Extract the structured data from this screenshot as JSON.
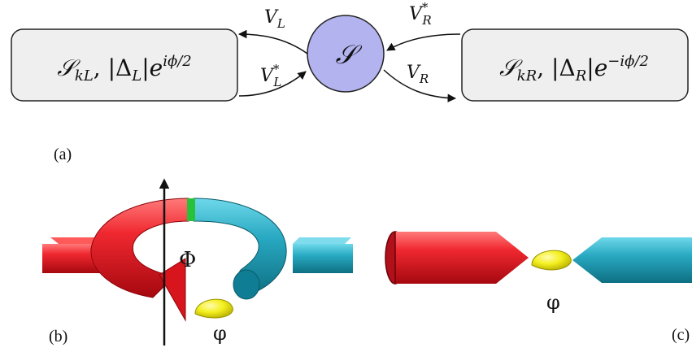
{
  "panel_a": {
    "left_box_text": "𝒮kL,  |ΔL|e^{iϕ/2}",
    "center_node_text": "𝒮",
    "right_box_text": "𝒮kR,  |ΔR|e^{−iϕ/2}",
    "arrow_labels": {
      "top_left": "VL",
      "bottom_left": "VL*",
      "top_right": "VR*",
      "bottom_right": "VR"
    },
    "caption": "(a)"
  },
  "panel_b": {
    "flux_label": "Φ",
    "phase_label": "φ",
    "caption": "(b)"
  },
  "panel_c": {
    "phase_label": "φ",
    "caption": "(c)"
  },
  "colors": {
    "box_fill": "#efefef",
    "node_fill": "#b3b3f0",
    "red_lead": "#e8202a",
    "cyan_lead": "#2aa8c0",
    "dot_yellow": "#f2ef1e",
    "junction_green": "#27c23a"
  }
}
